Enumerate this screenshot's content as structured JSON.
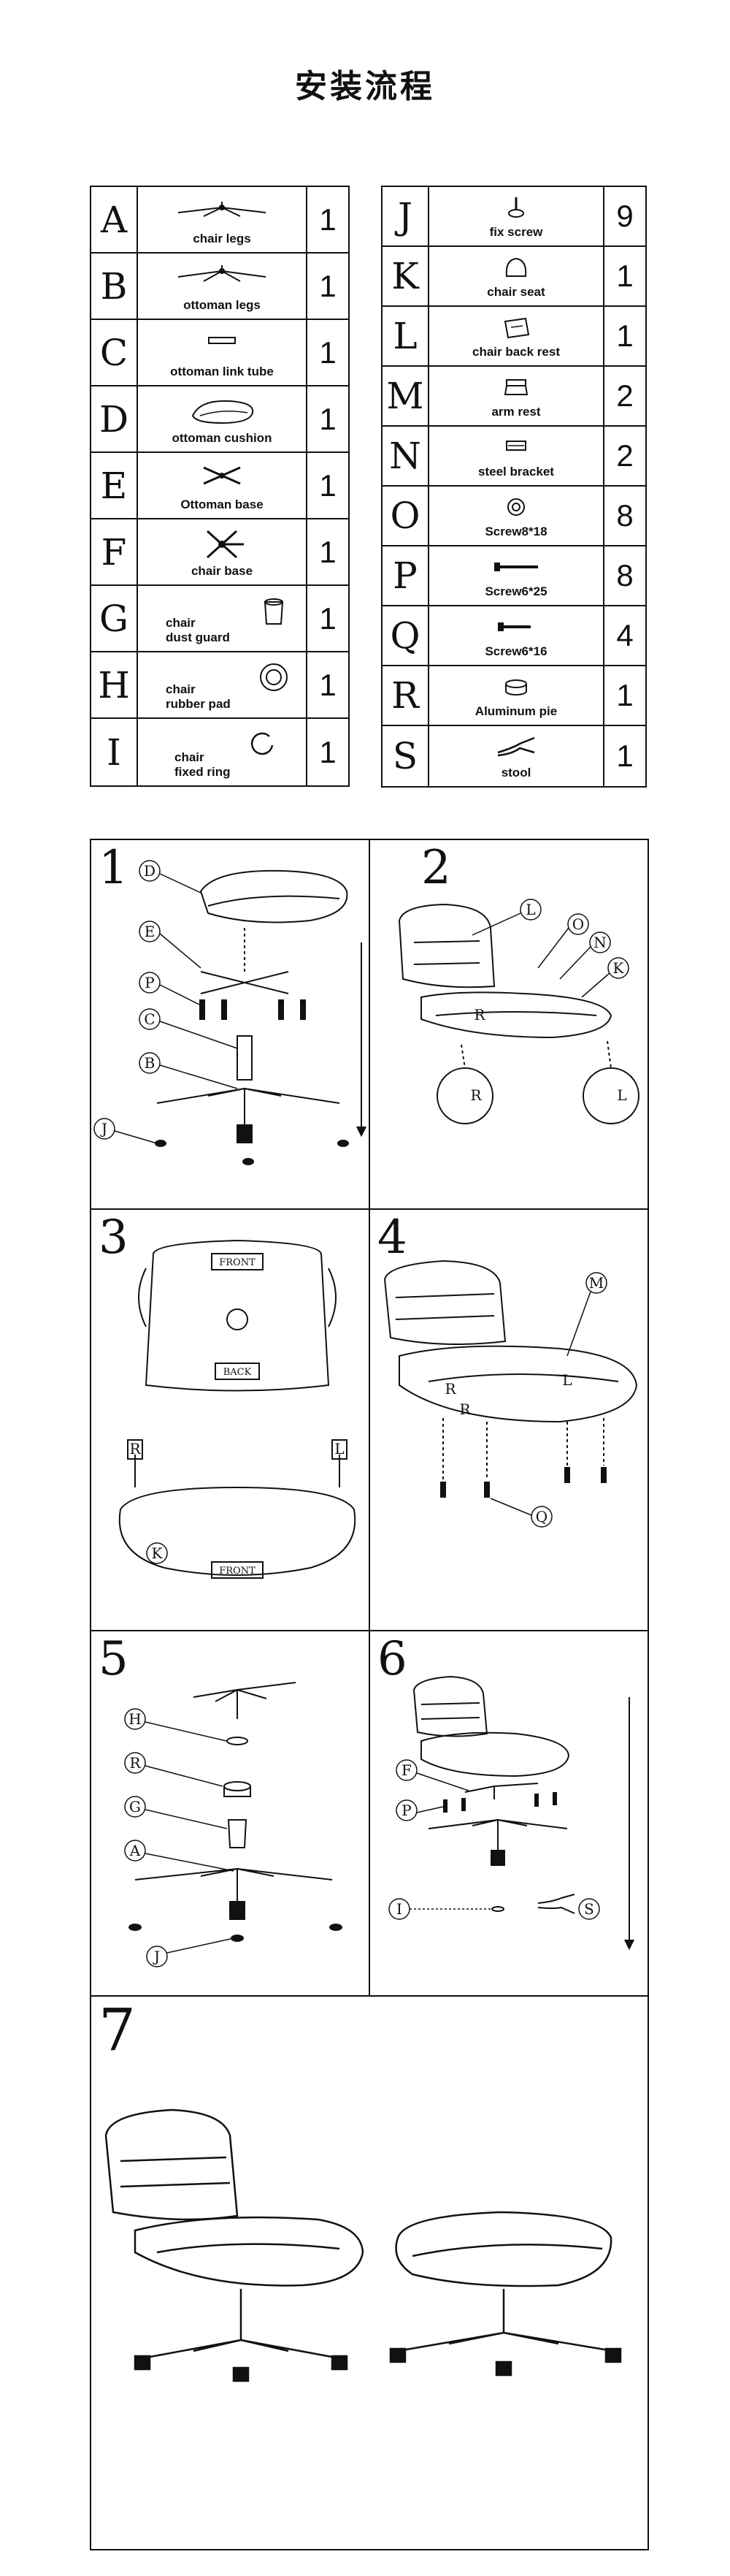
{
  "title": "安装流程",
  "parts_left": [
    {
      "letter": "A",
      "name": "chair legs",
      "qty": "1",
      "icon": "chair-legs-icon"
    },
    {
      "letter": "B",
      "name": "ottoman  legs",
      "qty": "1",
      "icon": "ottoman-legs-icon"
    },
    {
      "letter": "C",
      "name": "ottoman link tube",
      "qty": "1",
      "icon": "link-tube-icon"
    },
    {
      "letter": "D",
      "name": "ottoman  cushion",
      "qty": "1",
      "icon": "cushion-icon"
    },
    {
      "letter": "E",
      "name": "Ottoman base",
      "qty": "1",
      "icon": "ottoman-base-icon"
    },
    {
      "letter": "F",
      "name": "chair base",
      "qty": "1",
      "icon": "chair-base-icon"
    },
    {
      "letter": "G",
      "name_line1": "chair",
      "name_line2": "dust guard",
      "qty": "1",
      "icon": "dust-guard-icon"
    },
    {
      "letter": "H",
      "name_line1": "chair",
      "name_line2": "rubber pad",
      "qty": "1",
      "icon": "rubber-pad-icon"
    },
    {
      "letter": "I",
      "name_line1": "chair",
      "name_line2": "fixed ring",
      "qty": "1",
      "icon": "fixed-ring-icon"
    }
  ],
  "parts_right": [
    {
      "letter": "J",
      "name": "fix screw",
      "qty": "9",
      "icon": "fix-screw-icon"
    },
    {
      "letter": "K",
      "name": "chair seat",
      "qty": "1",
      "icon": "chair-seat-icon"
    },
    {
      "letter": "L",
      "name": "chair back rest",
      "qty": "1",
      "icon": "back-rest-icon"
    },
    {
      "letter": "M",
      "name": "arm rest",
      "qty": "2",
      "icon": "arm-rest-icon"
    },
    {
      "letter": "N",
      "name": "steel bracket",
      "qty": "2",
      "icon": "steel-bracket-icon"
    },
    {
      "letter": "O",
      "name": "Screw8*18",
      "qty": "8",
      "icon": "screw-8-18-icon"
    },
    {
      "letter": "P",
      "name": "Screw6*25",
      "qty": "8",
      "icon": "screw-6-25-icon"
    },
    {
      "letter": "Q",
      "name": "Screw6*16",
      "qty": "4",
      "icon": "screw-6-16-icon"
    },
    {
      "letter": "R",
      "name": "Aluminum pie",
      "qty": "1",
      "icon": "aluminum-pie-icon"
    },
    {
      "letter": "S",
      "name": "stool",
      "qty": "1",
      "icon": "pliers-icon"
    }
  ],
  "steps": [
    {
      "num": "1",
      "callouts": [
        "D",
        "E",
        "P",
        "C",
        "B",
        "J"
      ]
    },
    {
      "num": "2",
      "callouts": [
        "L",
        "O",
        "N",
        "K",
        "R",
        "R",
        "L"
      ]
    },
    {
      "num": "3",
      "labels": {
        "front_top": "FRONT",
        "back": "BACK",
        "front_bottom": "FRONT",
        "r": "R",
        "l": "L",
        "k": "K"
      }
    },
    {
      "num": "4",
      "callouts": [
        "M",
        "L",
        "R",
        "R",
        "Q"
      ]
    },
    {
      "num": "5",
      "callouts": [
        "H",
        "R",
        "G",
        "A",
        "J"
      ]
    },
    {
      "num": "6",
      "callouts": [
        "F",
        "P",
        "I",
        "S"
      ]
    },
    {
      "num": "7"
    }
  ]
}
